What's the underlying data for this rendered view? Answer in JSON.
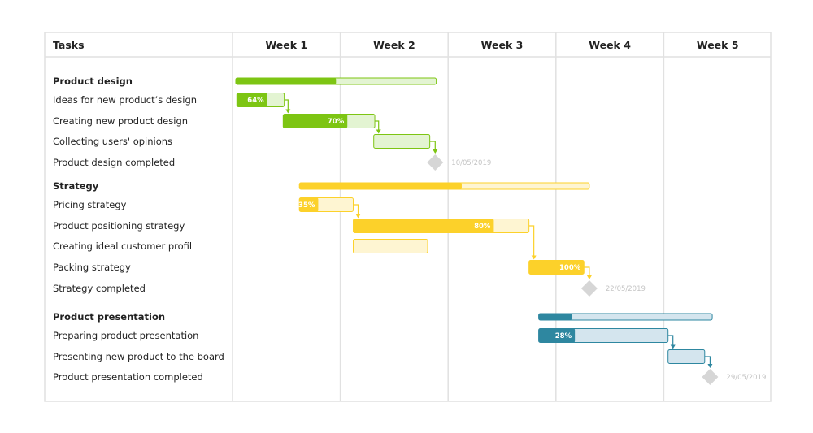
{
  "header": {
    "tasks_label": "Tasks",
    "weeks": [
      "Week 1",
      "Week 2",
      "Week 3",
      "Week 4",
      "Week 5"
    ]
  },
  "colors": {
    "green": "#7dc513",
    "green_light": "#e3f4d2",
    "yellow": "#fcd12a",
    "yellow_light": "#fef5d2",
    "teal": "#2e87a0",
    "teal_light": "#d4e5ee",
    "milestone": "#d6d6d6",
    "grid": "#e1e1e1"
  },
  "chart_data": {
    "type": "gantt",
    "time_unit": "week",
    "x_range": [
      0,
      5
    ],
    "rows": [
      {
        "label": "Product design",
        "kind": "group",
        "color": "green",
        "start": 0.03,
        "end": 1.89,
        "progress": 0.5
      },
      {
        "label": "Ideas for new product’s design",
        "kind": "task",
        "color": "green",
        "start": 0.04,
        "end": 0.48,
        "progress": 0.64,
        "progress_label": "64%"
      },
      {
        "label": "Creating new product design",
        "kind": "task",
        "color": "green",
        "start": 0.47,
        "end": 1.32,
        "progress": 0.7,
        "progress_label": "70%"
      },
      {
        "label": "Collecting users' opinions",
        "kind": "task",
        "color": "green",
        "start": 1.31,
        "end": 1.83,
        "progress": 0
      },
      {
        "label": "Product design completed",
        "kind": "milestone",
        "at": 1.88,
        "date": "10/05/2019"
      },
      {
        "label": "Strategy",
        "kind": "group",
        "color": "yellow",
        "start": 0.62,
        "end": 3.31,
        "progress": 0.56
      },
      {
        "label": "Pricing strategy",
        "kind": "task",
        "color": "yellow",
        "start": 0.62,
        "end": 1.12,
        "progress": 0.35,
        "progress_label": "35%"
      },
      {
        "label": "Product positioning strategy",
        "kind": "task",
        "color": "yellow",
        "start": 1.12,
        "end": 2.75,
        "progress": 0.8,
        "progress_label": "80%"
      },
      {
        "label": "Creating ideal customer profil",
        "kind": "task",
        "color": "yellow",
        "start": 1.12,
        "end": 1.81,
        "progress": 0
      },
      {
        "label": "Packing strategy",
        "kind": "task",
        "color": "yellow",
        "start": 2.75,
        "end": 3.26,
        "progress": 1.0,
        "progress_label": "100%"
      },
      {
        "label": "Strategy completed",
        "kind": "milestone",
        "at": 3.31,
        "date": "22/05/2019"
      },
      {
        "label": "Product presentation",
        "kind": "group",
        "color": "teal",
        "start": 2.84,
        "end": 4.45,
        "progress": 0.19
      },
      {
        "label": "Preparing product presentation",
        "kind": "task",
        "color": "teal",
        "start": 2.84,
        "end": 4.04,
        "progress": 0.28,
        "progress_label": "28%"
      },
      {
        "label": "Presenting new product to the board",
        "kind": "task",
        "color": "teal",
        "start": 4.04,
        "end": 4.38,
        "progress": 0
      },
      {
        "label": "Product presentation completed",
        "kind": "milestone",
        "at": 4.43,
        "date": "29/05/2019"
      }
    ],
    "dependencies": [
      [
        1,
        2
      ],
      [
        2,
        3
      ],
      [
        3,
        4
      ],
      [
        6,
        7
      ],
      [
        7,
        9
      ],
      [
        9,
        10
      ],
      [
        12,
        13
      ],
      [
        13,
        14
      ]
    ]
  }
}
